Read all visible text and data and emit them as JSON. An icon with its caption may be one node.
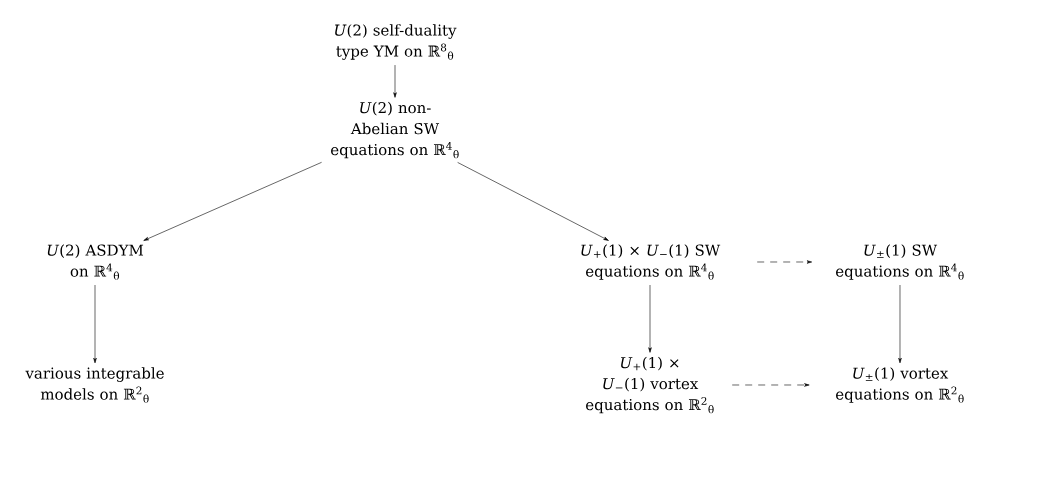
{
  "diagram": {
    "nodes": [
      {
        "text": [
          "*U*(2) self-duality type YM on ℝ$^{8}$$_{θ}$"
        ]
      },
      {
        "text": [
          "*U*(2) non-Abelian SW equations on ℝ$^{4}$$_{θ}$"
        ]
      },
      {
        "text": [
          "*U*(2) ASDYM on ℝ$^{4}$$_{θ}$"
        ]
      },
      {
        "text": [
          "various integrable models on ℝ$^{2}$$_{θ}$"
        ]
      },
      {
        "text": [
          "*U*$_{+}$(1) × *U*$_{−}$(1) SW equations on ℝ$^{4}$$_{θ}$"
        ]
      },
      {
        "text": [
          "*U*$_{±}$(1) SW equations on ℝ$^{4}$$_{θ}$"
        ]
      },
      {
        "text": [
          "*U*$_{+}$(1) × *U*$_{−}$(1) vortex equations on ℝ$^{2}$$_{θ}$"
        ]
      },
      {
        "text": [
          "*U*$_{±}$(1) vortex equations on ℝ$^{2}$$_{θ}$"
        ]
      }
    ],
    "edges": [
      {
        "from": 0,
        "to": 1,
        "arrow": "to"
      },
      {
        "from": 1,
        "to": 2,
        "arrow": "to"
      },
      {
        "from": 1,
        "to": 4,
        "arrow": "to"
      },
      {
        "from": 2,
        "to": 3,
        "arrow": "to"
      },
      {
        "from": 4,
        "to": 6,
        "arrow": "to"
      },
      {
        "from": 5,
        "to": 7,
        "arrow": "to"
      },
      {
        "from": 4,
        "to": 5,
        "arrow": "to",
        "style": "dashed"
      },
      {
        "from": 6,
        "to": 7,
        "arrow": "to",
        "style": "dashed"
      }
    ]
  }
}
